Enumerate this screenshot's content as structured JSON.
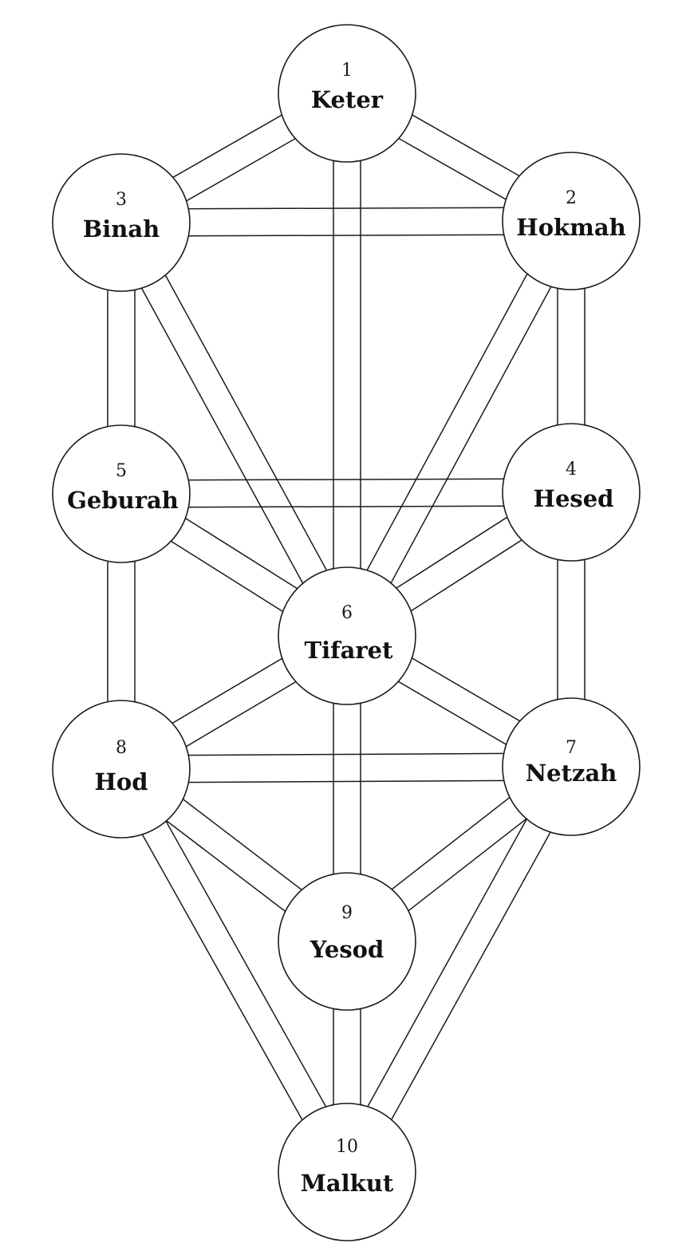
{
  "sefirot": [
    {
      "id": "keter",
      "number": "1",
      "name": "Keter"
    },
    {
      "id": "hokmah",
      "number": "2",
      "name": "Hokmah"
    },
    {
      "id": "binah",
      "number": "3",
      "name": "Binah"
    },
    {
      "id": "hesed",
      "number": "4",
      "name": "Hesed"
    },
    {
      "id": "geburah",
      "number": "5",
      "name": "Geburah"
    },
    {
      "id": "tifaret",
      "number": "6",
      "name": "Tifaret"
    },
    {
      "id": "netzah",
      "number": "7",
      "name": "Netzah"
    },
    {
      "id": "hod",
      "number": "8",
      "name": "Hod"
    },
    {
      "id": "yesod",
      "number": "9",
      "name": "Yesod"
    },
    {
      "id": "malkut",
      "number": "10",
      "name": "Malkut"
    }
  ],
  "paths": [
    [
      "keter",
      "hokmah"
    ],
    [
      "keter",
      "binah"
    ],
    [
      "keter",
      "tifaret"
    ],
    [
      "hokmah",
      "binah"
    ],
    [
      "hokmah",
      "hesed"
    ],
    [
      "hokmah",
      "tifaret"
    ],
    [
      "binah",
      "geburah"
    ],
    [
      "binah",
      "tifaret"
    ],
    [
      "hesed",
      "geburah"
    ],
    [
      "hesed",
      "tifaret"
    ],
    [
      "hesed",
      "netzah"
    ],
    [
      "geburah",
      "tifaret"
    ],
    [
      "geburah",
      "hod"
    ],
    [
      "tifaret",
      "netzah"
    ],
    [
      "tifaret",
      "hod"
    ],
    [
      "tifaret",
      "yesod"
    ],
    [
      "netzah",
      "hod"
    ],
    [
      "netzah",
      "yesod"
    ],
    [
      "netzah",
      "malkut"
    ],
    [
      "hod",
      "yesod"
    ],
    [
      "hod",
      "malkut"
    ],
    [
      "yesod",
      "malkut"
    ]
  ],
  "colors": {
    "line": "#1a1a1a",
    "fill": "#ffffff",
    "text": "#111111"
  }
}
